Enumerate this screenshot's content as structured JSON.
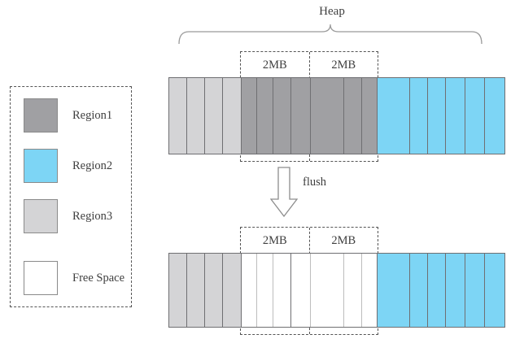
{
  "figure": {
    "heap_label": "Heap",
    "flush_label": "flush",
    "mb_label": "2MB"
  },
  "colors": {
    "region1": "#a0a0a3",
    "region2": "#7dd5f5",
    "region3": "#d4d4d6",
    "free_space": "#ffffff",
    "outline": "#6f6f72",
    "dash": "#555555",
    "text": "#3f3f3f"
  },
  "legend": {
    "items": [
      {
        "label": "Region1",
        "color": "#a0a0a3",
        "key": "region1"
      },
      {
        "label": "Region2",
        "color": "#7dd5f5",
        "key": "region2"
      },
      {
        "label": "Region3",
        "color": "#d4d4d6",
        "key": "region3"
      },
      {
        "label": "Free Space",
        "color": "#ffffff",
        "key": "free-space"
      }
    ]
  },
  "heap": {
    "label": "Heap",
    "brace_span": "full-bar"
  },
  "bars": {
    "top": {
      "name": "heap-before-flush",
      "mb_labels": [
        "2MB",
        "2MB"
      ],
      "cells": [
        {
          "region": "Region3",
          "color": "#d4d4d6",
          "width": 22
        },
        {
          "region": "Region3",
          "color": "#d4d4d6",
          "width": 22
        },
        {
          "region": "Region3",
          "color": "#d4d4d6",
          "width": 22
        },
        {
          "region": "Region3",
          "color": "#d4d4d6",
          "width": 23
        },
        {
          "region": "Region1",
          "color": "#a0a0a3",
          "width": 20
        },
        {
          "region": "Region1",
          "color": "#a0a0a3",
          "width": 20
        },
        {
          "region": "Region1",
          "color": "#a0a0a3",
          "width": 22
        },
        {
          "region": "Region1",
          "color": "#a0a0a3",
          "width": 24
        },
        {
          "region": "Region1",
          "color": "#a0a0a3",
          "width": 41
        },
        {
          "region": "Region1",
          "color": "#a0a0a3",
          "width": 22
        },
        {
          "region": "Region1",
          "color": "#a0a0a3",
          "width": 19
        },
        {
          "region": "Region2",
          "color": "#7dd5f5",
          "width": 41
        },
        {
          "region": "Region2",
          "color": "#7dd5f5",
          "width": 22
        },
        {
          "region": "Region2",
          "color": "#7dd5f5",
          "width": 22
        },
        {
          "region": "Region2",
          "color": "#7dd5f5",
          "width": 24
        },
        {
          "region": "Region2",
          "color": "#7dd5f5",
          "width": 24
        },
        {
          "region": "Region2",
          "color": "#7dd5f5",
          "width": 24
        }
      ]
    },
    "bottom": {
      "name": "heap-after-flush",
      "mb_labels": [
        "2MB",
        "2MB"
      ],
      "cells": [
        {
          "region": "Region3",
          "color": "#d4d4d6",
          "width": 22
        },
        {
          "region": "Region3",
          "color": "#d4d4d6",
          "width": 22
        },
        {
          "region": "Region3",
          "color": "#d4d4d6",
          "width": 22
        },
        {
          "region": "Region3",
          "color": "#d4d4d6",
          "width": 23
        },
        {
          "region": "Free Space",
          "color": "#ffffff",
          "width": 20
        },
        {
          "region": "Free Space",
          "color": "#ffffff",
          "width": 20
        },
        {
          "region": "Free Space",
          "color": "#ffffff",
          "width": 22
        },
        {
          "region": "Free Space",
          "color": "#ffffff",
          "width": 24
        },
        {
          "region": "Free Space",
          "color": "#ffffff",
          "width": 41
        },
        {
          "region": "Free Space",
          "color": "#ffffff",
          "width": 22
        },
        {
          "region": "Free Space",
          "color": "#ffffff",
          "width": 19
        },
        {
          "region": "Region2",
          "color": "#7dd5f5",
          "width": 41
        },
        {
          "region": "Region2",
          "color": "#7dd5f5",
          "width": 22
        },
        {
          "region": "Region2",
          "color": "#7dd5f5",
          "width": 22
        },
        {
          "region": "Region2",
          "color": "#7dd5f5",
          "width": 24
        },
        {
          "region": "Region2",
          "color": "#7dd5f5",
          "width": 24
        },
        {
          "region": "Region2",
          "color": "#7dd5f5",
          "width": 24
        }
      ]
    }
  }
}
